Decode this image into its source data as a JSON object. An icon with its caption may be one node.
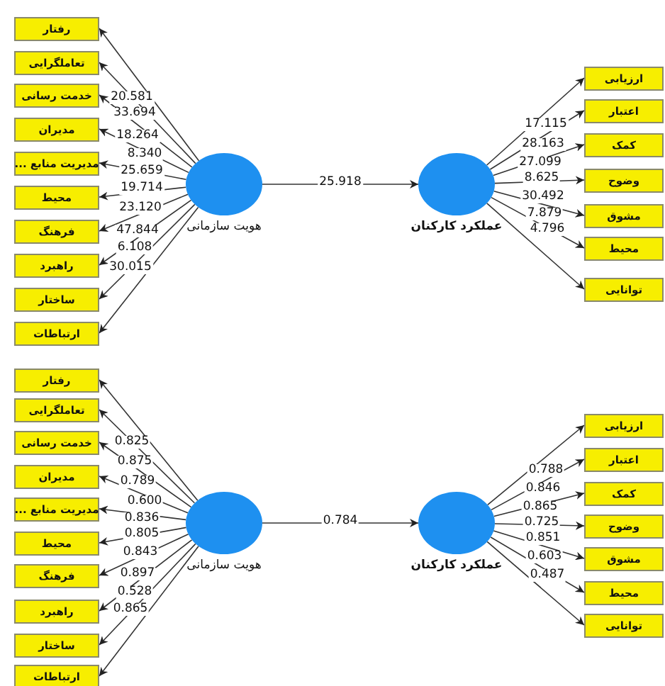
{
  "diagram": {
    "nodes": [
      {
        "text": [
          "رفتار"
        ]
      },
      {
        "text": [
          "تعاملگرایی"
        ]
      },
      {
        "text": [
          "خدمت رسانی"
        ]
      },
      {
        "text": [
          "مدیران"
        ]
      },
      {
        "text": [
          "مدیریت منابع ..."
        ]
      },
      {
        "text": [
          "محیط"
        ]
      },
      {
        "text": [
          "فرهنگ"
        ]
      },
      {
        "text": [
          "راهبرد"
        ]
      },
      {
        "text": [
          "ساختار"
        ]
      },
      {
        "text": [
          "ارتباطات"
        ]
      },
      {
        "text": [
          "هویت سازمانی"
        ]
      },
      {
        "text": [
          "عملکرد کارکنان"
        ]
      },
      {
        "text": [
          "ارزیابی"
        ]
      },
      {
        "text": [
          "اعتبار"
        ]
      },
      {
        "text": [
          "کمک"
        ]
      },
      {
        "text": [
          "وضوح"
        ]
      },
      {
        "text": [
          "مشوق"
        ]
      },
      {
        "text": [
          "محیط"
        ]
      },
      {
        "text": [
          "توانایی"
        ]
      },
      {
        "text": [
          "رفتار"
        ]
      },
      {
        "text": [
          "تعاملگرایی"
        ]
      },
      {
        "text": [
          "خدمت رسانی"
        ]
      },
      {
        "text": [
          "مدیران"
        ]
      },
      {
        "text": [
          "مدیریت منابع ..."
        ]
      },
      {
        "text": [
          "محیط"
        ]
      },
      {
        "text": [
          "فرهنگ"
        ]
      },
      {
        "text": [
          "راهبرد"
        ]
      },
      {
        "text": [
          "ساختار"
        ]
      },
      {
        "text": [
          "ارتباطات"
        ]
      },
      {
        "text": [
          "هویت سازمانی"
        ]
      },
      {
        "text": [
          "عملکرد کارکنان"
        ]
      },
      {
        "text": [
          "ارزیابی"
        ]
      },
      {
        "text": [
          "اعتبار"
        ]
      },
      {
        "text": [
          "کمک"
        ]
      },
      {
        "text": [
          "وضوح"
        ]
      },
      {
        "text": [
          "مشوق"
        ]
      },
      {
        "text": [
          "محیط"
        ]
      },
      {
        "text": [
          "توانایی"
        ]
      }
    ],
    "edges": [
      {
        "from": 10,
        "to": 0,
        "arrow": "to",
        "label": "20.581"
      },
      {
        "from": 10,
        "to": 1,
        "arrow": "to",
        "label": "33.694"
      },
      {
        "from": 10,
        "to": 2,
        "arrow": "to",
        "label": "18.264"
      },
      {
        "from": 10,
        "to": 3,
        "arrow": "to",
        "label": "8.340"
      },
      {
        "from": 10,
        "to": 4,
        "arrow": "to",
        "label": "25.659"
      },
      {
        "from": 10,
        "to": 5,
        "arrow": "to",
        "label": "19.714"
      },
      {
        "from": 10,
        "to": 6,
        "arrow": "to",
        "label": "23.120"
      },
      {
        "from": 10,
        "to": 7,
        "arrow": "to",
        "label": "47.844"
      },
      {
        "from": 10,
        "to": 8,
        "arrow": "to",
        "label": "6.108"
      },
      {
        "from": 10,
        "to": 9,
        "arrow": "to",
        "label": "30.015"
      },
      {
        "from": 10,
        "to": 11,
        "arrow": "to",
        "label": "25.918"
      },
      {
        "from": 11,
        "to": 12,
        "arrow": "to",
        "label": "17.115"
      },
      {
        "from": 11,
        "to": 13,
        "arrow": "to",
        "label": "28.163"
      },
      {
        "from": 11,
        "to": 14,
        "arrow": "to",
        "label": "27.099"
      },
      {
        "from": 11,
        "to": 15,
        "arrow": "to",
        "label": "8.625"
      },
      {
        "from": 11,
        "to": 16,
        "arrow": "to",
        "label": "30.492"
      },
      {
        "from": 11,
        "to": 17,
        "arrow": "to",
        "label": "7.879"
      },
      {
        "from": 11,
        "to": 18,
        "arrow": "to",
        "label": "4.796"
      },
      {
        "from": 29,
        "to": 19,
        "arrow": "to",
        "label": "0.825"
      },
      {
        "from": 29,
        "to": 20,
        "arrow": "to",
        "label": "0.875"
      },
      {
        "from": 29,
        "to": 21,
        "arrow": "to",
        "label": "0.789"
      },
      {
        "from": 29,
        "to": 22,
        "arrow": "to",
        "label": "0.600"
      },
      {
        "from": 29,
        "to": 23,
        "arrow": "to",
        "label": "0.836"
      },
      {
        "from": 29,
        "to": 24,
        "arrow": "to",
        "label": "0.805"
      },
      {
        "from": 29,
        "to": 25,
        "arrow": "to",
        "label": "0.843"
      },
      {
        "from": 29,
        "to": 26,
        "arrow": "to",
        "label": "0.897"
      },
      {
        "from": 29,
        "to": 27,
        "arrow": "to",
        "label": "0.528"
      },
      {
        "from": 29,
        "to": 28,
        "arrow": "to",
        "label": "0.865"
      },
      {
        "from": 29,
        "to": 30,
        "arrow": "to",
        "label": "0.784"
      },
      {
        "from": 30,
        "to": 31,
        "arrow": "to",
        "label": "0.788"
      },
      {
        "from": 30,
        "to": 32,
        "arrow": "to",
        "label": "0.846"
      },
      {
        "from": 30,
        "to": 33,
        "arrow": "to",
        "label": "0.865"
      },
      {
        "from": 30,
        "to": 34,
        "arrow": "to",
        "label": "0.725"
      },
      {
        "from": 30,
        "to": 35,
        "arrow": "to",
        "label": "0.851"
      },
      {
        "from": 30,
        "to": 36,
        "arrow": "to",
        "label": "0.603"
      },
      {
        "from": 30,
        "to": 37,
        "arrow": "to",
        "label": "0.487"
      }
    ]
  }
}
